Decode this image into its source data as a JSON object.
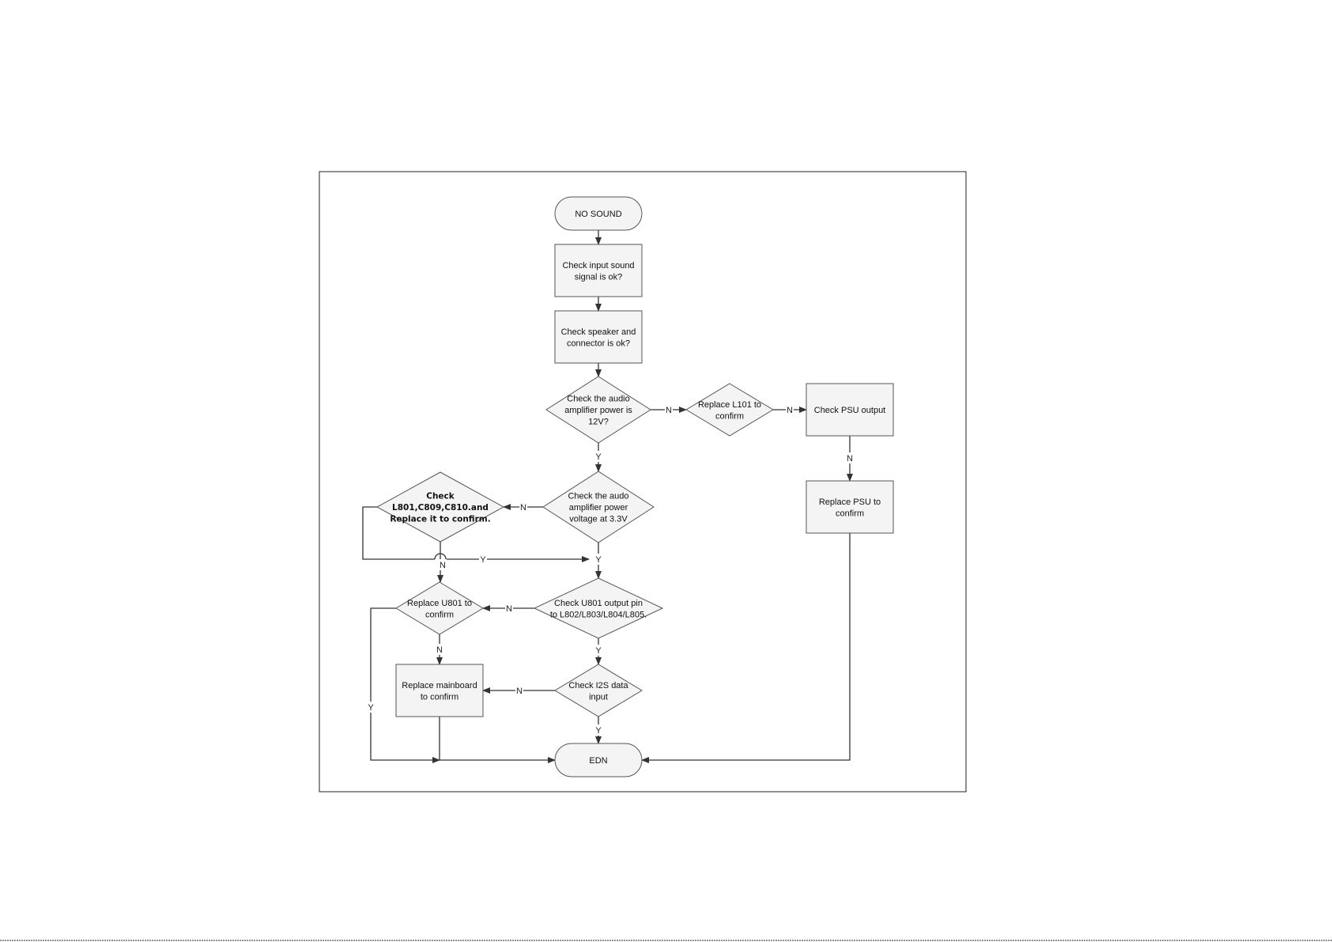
{
  "nodes": {
    "start": {
      "shape": "terminal",
      "lines": [
        "NO SOUND"
      ]
    },
    "check_input": {
      "shape": "process",
      "lines": [
        "Check input sound",
        "signal is ok?"
      ]
    },
    "check_speaker": {
      "shape": "process",
      "lines": [
        "Check speaker and",
        "connector is ok?"
      ]
    },
    "check_12v": {
      "shape": "decision",
      "lines": [
        "Check the audio",
        "amplifier power is",
        "12V?"
      ]
    },
    "replace_l101": {
      "shape": "decision",
      "lines": [
        "Replace L101 to",
        "confirm"
      ]
    },
    "check_psu": {
      "shape": "process",
      "lines": [
        "Check PSU output"
      ]
    },
    "replace_psu": {
      "shape": "process",
      "lines": [
        "Replace  PSU to",
        "confirm"
      ]
    },
    "check_3v3": {
      "shape": "decision",
      "lines": [
        "Check the audo",
        "amplifier power",
        "voltage at 3.3V"
      ]
    },
    "check_l801": {
      "shape": "decision",
      "bold": true,
      "lines": [
        "Check",
        "L801,C809,C810.and",
        "Replace it to confirm."
      ]
    },
    "check_u801_pin": {
      "shape": "decision",
      "lines": [
        "Check U801 output pin",
        "to L802/L803/L804/L805."
      ]
    },
    "replace_u801": {
      "shape": "decision",
      "lines": [
        "Replace U801 to",
        "confirm"
      ]
    },
    "check_i2s": {
      "shape": "decision",
      "lines": [
        "Check I2S data",
        "input"
      ]
    },
    "replace_mainboard": {
      "shape": "process",
      "lines": [
        "Replace mainboard",
        "to confirm"
      ]
    },
    "end": {
      "shape": "terminal",
      "lines": [
        "EDN"
      ]
    }
  },
  "edge_labels": {
    "n_12v_to_l101": "N",
    "n_l101_to_psu": "N",
    "n_psu_to_replace": "N",
    "y_12v_to_3v3": "Y",
    "n_3v3_to_l801": "N",
    "y_l801_merge": "Y",
    "n_l801_to_u801": "N",
    "y_3v3_to_pin": "Y",
    "n_pin_to_u801": "N",
    "y_pin_to_i2s": "Y",
    "n_u801_to_mainboard": "N",
    "y_u801_to_end": "Y",
    "n_i2s_to_mainboard": "N",
    "y_i2s_to_end": "Y"
  },
  "colors": {
    "shape_fill": "#f4f4f4",
    "shape_stroke": "#555555",
    "line": "#333333",
    "frame": "#222222"
  }
}
